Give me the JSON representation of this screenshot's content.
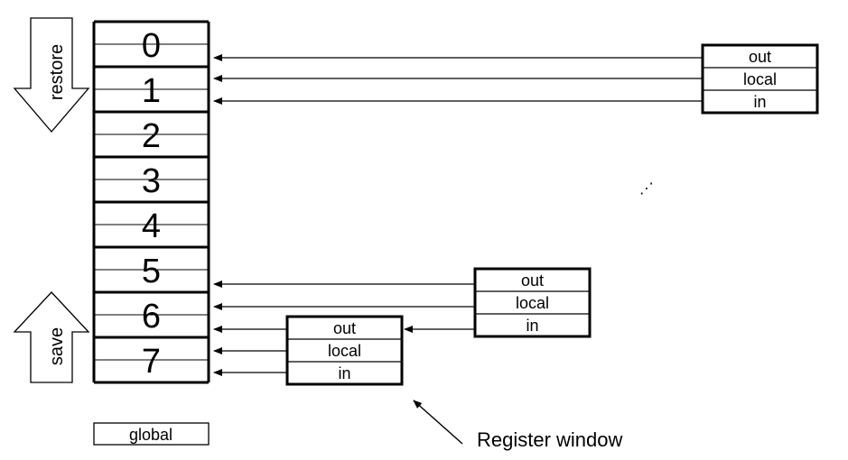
{
  "stack": {
    "windows": [
      "0",
      "1",
      "2",
      "3",
      "4",
      "5",
      "6",
      "7"
    ]
  },
  "arrows": {
    "restore_label": "restore",
    "save_label": "save"
  },
  "register_windows": [
    {
      "fields": [
        "out",
        "local",
        "in"
      ]
    },
    {
      "fields": [
        "out",
        "local",
        "in"
      ]
    },
    {
      "fields": [
        "out",
        "local",
        "in"
      ]
    }
  ],
  "ellipsis": "⋰",
  "global_label": "global",
  "annotation": "Register window"
}
